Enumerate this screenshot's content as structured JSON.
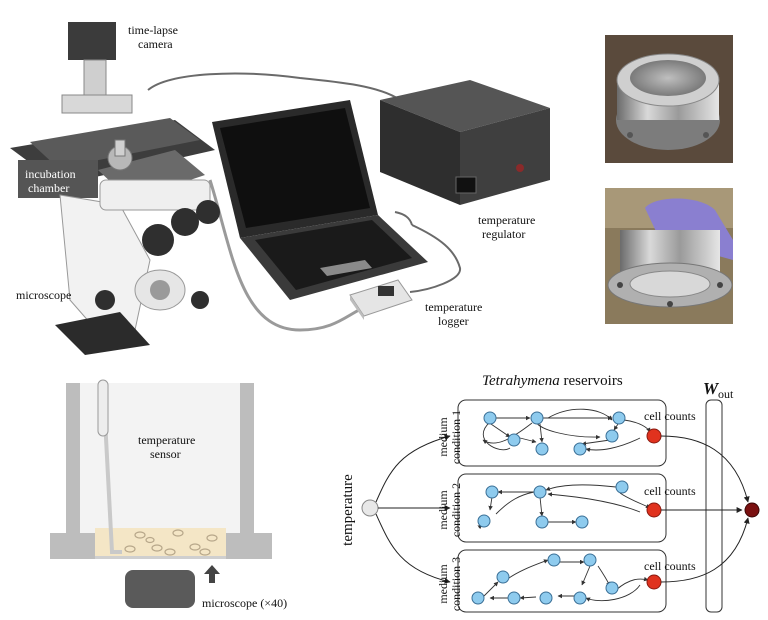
{
  "setup_labels": {
    "camera_line1": "time-lapse",
    "camera_line2": "camera",
    "chamber_line1": "incubation",
    "chamber_line2": "chamber",
    "microscope": "microscope",
    "regulator_line1": "temperature",
    "regulator_line2": "regulator",
    "logger_line1": "temperature",
    "logger_line2": "logger"
  },
  "chamber_diagram": {
    "sensor_line1": "temperature",
    "sensor_line2": "sensor",
    "microscope_label": "microscope (×40)"
  },
  "reservoir_diagram": {
    "title_italic": "Tetrahymena",
    "title_rest": " reservoirs",
    "input_label": "temperature",
    "output_symbol": "W",
    "output_subscript": "out",
    "reservoirs": [
      {
        "line1": "medium",
        "line2": "condition 1",
        "readout": "cell counts"
      },
      {
        "line1": "medium",
        "line2": "condition 2",
        "readout": "cell counts"
      },
      {
        "line1": "medium",
        "line2": "condition 3",
        "readout": "cell counts"
      }
    ]
  },
  "colors": {
    "node_fill": "#8ecbee",
    "node_stroke": "#3a6f96",
    "readout_node": "#e0321e",
    "output_node": "#7a1010",
    "input_node": "#e8e8e8",
    "medium": "#f4e6c6",
    "chamber_wall": "#bdbdbd"
  }
}
